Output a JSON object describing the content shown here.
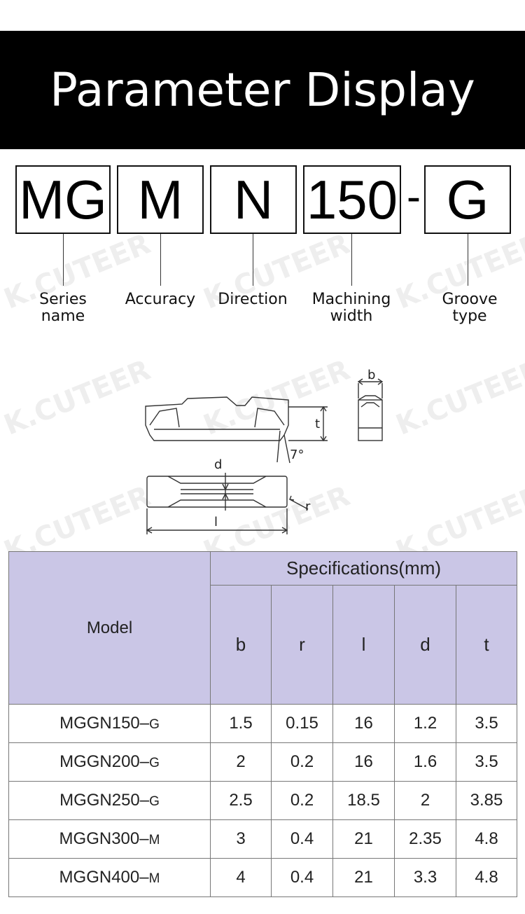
{
  "banner": {
    "title": "Parameter Display"
  },
  "code": {
    "parts": [
      {
        "value": "MG",
        "label": "Series name"
      },
      {
        "value": "M",
        "label": "Accuracy"
      },
      {
        "value": "N",
        "label": "Direction"
      },
      {
        "value": "150",
        "label": "Machining width"
      },
      {
        "value": "G",
        "label": "Groove type"
      }
    ],
    "separator": "-"
  },
  "drawing": {
    "labels": {
      "b": "b",
      "t": "t",
      "angle": "7°",
      "d": "d",
      "l": "l",
      "r": "r"
    }
  },
  "watermark": "K.CUTEER",
  "table": {
    "model_header": "Model",
    "spec_header": "Specifications(mm)",
    "columns": [
      "b",
      "r",
      "l",
      "d",
      "t"
    ],
    "rows": [
      {
        "model": "MGGN150–",
        "suffix": "G",
        "values": [
          "1.5",
          "0.15",
          "16",
          "1.2",
          "3.5"
        ]
      },
      {
        "model": "MGGN200–",
        "suffix": "G",
        "values": [
          "2",
          "0.2",
          "16",
          "1.6",
          "3.5"
        ]
      },
      {
        "model": "MGGN250–",
        "suffix": "G",
        "values": [
          "2.5",
          "0.2",
          "18.5",
          "2",
          "3.85"
        ]
      },
      {
        "model": "MGGN300–",
        "suffix": "M",
        "values": [
          "3",
          "0.4",
          "21",
          "2.35",
          "4.8"
        ]
      },
      {
        "model": "MGGN400–",
        "suffix": "M",
        "values": [
          "4",
          "0.4",
          "21",
          "3.3",
          "4.8"
        ]
      }
    ]
  }
}
